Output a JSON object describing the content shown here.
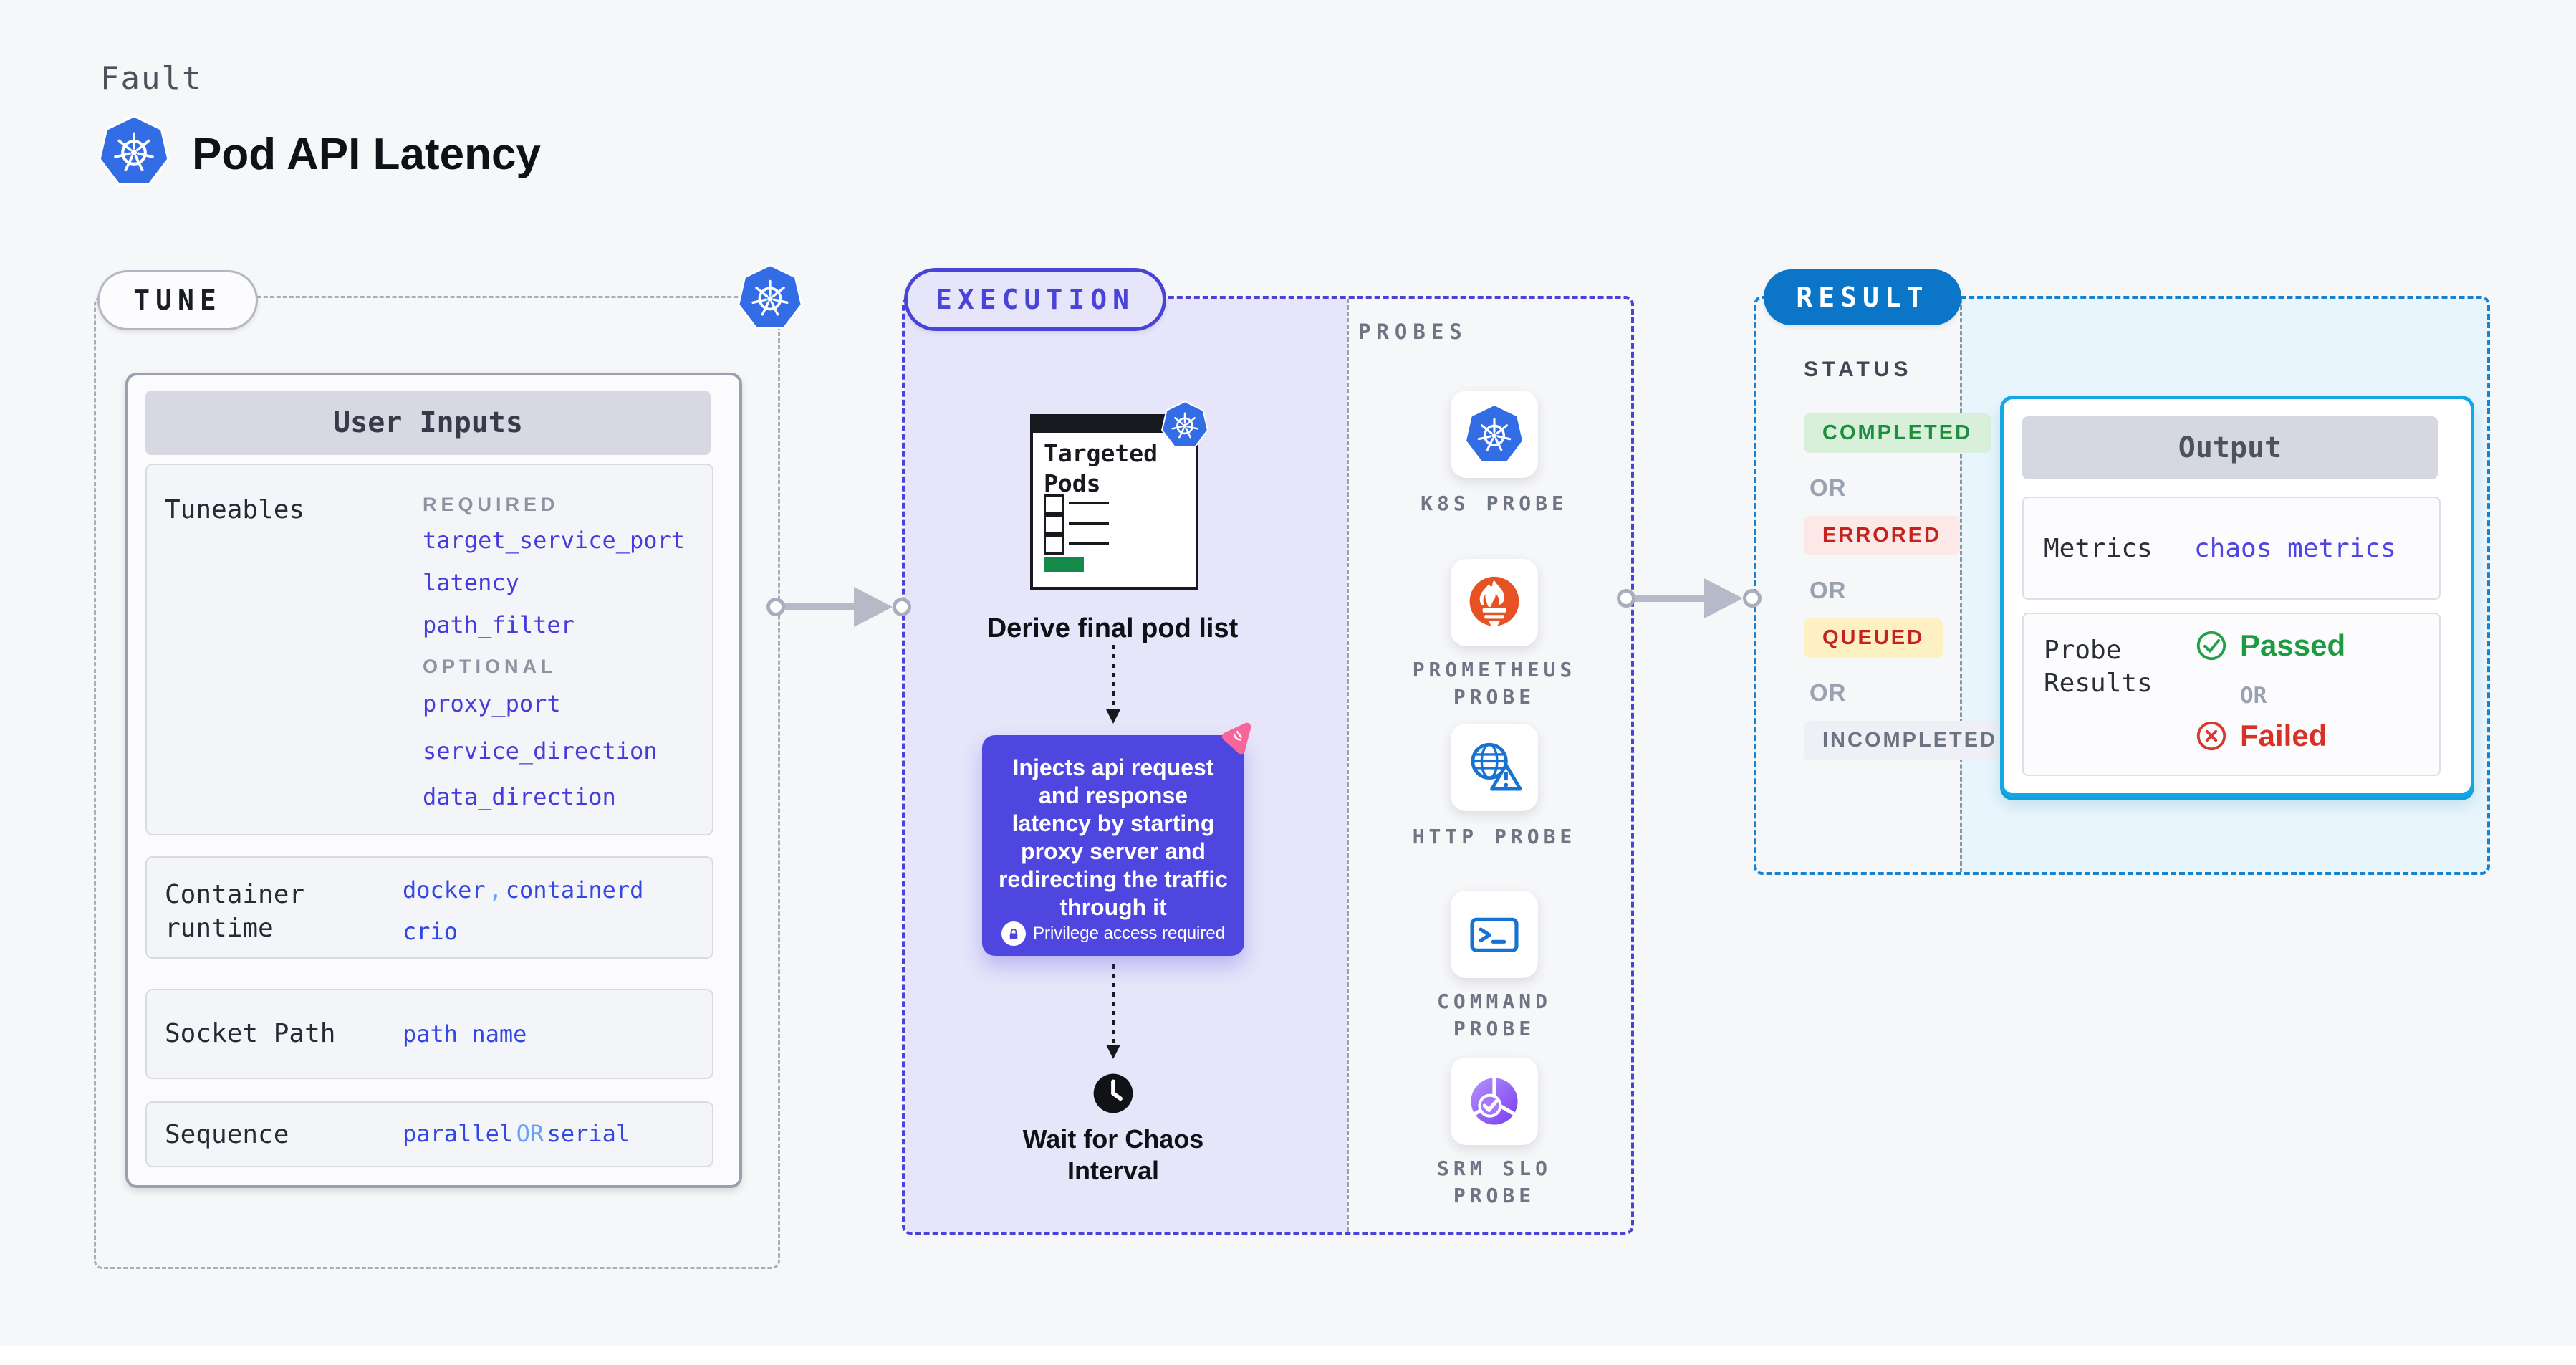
{
  "header": {
    "eyebrow": "Fault",
    "title": "Pod API Latency",
    "title_icon": "kubernetes"
  },
  "tune": {
    "badge": "TUNE",
    "user_inputs_header": "User Inputs",
    "tuneables": {
      "label": "Tuneables",
      "required_label": "REQUIRED",
      "required": [
        "target_service_port",
        "latency",
        "path_filter"
      ],
      "optional_label": "OPTIONAL",
      "optional": [
        "proxy_port",
        "service_direction",
        "data_direction"
      ]
    },
    "container_runtime": {
      "label": "Container runtime",
      "value_1": "docker",
      "separator": ",",
      "value_2": "containerd",
      "value_3": "crio"
    },
    "socket_path": {
      "label": "Socket Path",
      "value": "path name"
    },
    "sequence": {
      "label": "Sequence",
      "value_1": "parallel",
      "connector": "OR",
      "value_2": "serial"
    }
  },
  "execution": {
    "badge": "EXECUTION",
    "targeted_pods_title": "Targeted Pods",
    "derive_label": "Derive final pod list",
    "inject_description": "Injects api request and response latency by starting proxy server and redirecting the traffic through it",
    "privilege_note": "Privilege access required",
    "wait_label": "Wait for Chaos Interval"
  },
  "probes": {
    "label": "PROBES",
    "items": [
      {
        "name": "K8S PROBE",
        "icon": "kubernetes-icon"
      },
      {
        "name": "PROMETHEUS PROBE",
        "icon": "prometheus-icon"
      },
      {
        "name": "HTTP PROBE",
        "icon": "http-globe-warning-icon"
      },
      {
        "name": "COMMAND PROBE",
        "icon": "terminal-icon"
      },
      {
        "name": "SRM SLO PROBE",
        "icon": "slo-pie-check-icon"
      }
    ]
  },
  "result": {
    "badge": "RESULT",
    "status_label": "STATUS",
    "or_label": "OR",
    "statuses": [
      {
        "text": "COMPLETED",
        "color": "#1e8e3e",
        "background": "#d8f0da"
      },
      {
        "text": "ERRORED",
        "color": "#c5221f",
        "background": "#fce8e6"
      },
      {
        "text": "QUEUED",
        "color": "#c5221f",
        "background": "#fdf1c4"
      },
      {
        "text": "INCOMPLETED",
        "color": "#6b7280",
        "background": "#eef0f5"
      }
    ],
    "output": {
      "header": "Output",
      "metrics_label": "Metrics",
      "metrics_value": "chaos metrics",
      "probe_results_label": "Probe Results",
      "passed_label": "Passed",
      "or_label": "OR",
      "failed_label": "Failed",
      "passed_color": "#1d9b41",
      "failed_color": "#d63227",
      "accent_border": "#14a7e6",
      "kubernetes_blue": "#326de6",
      "execution_indigo": "#4a43d8",
      "result_blue": "#0b76c8"
    }
  }
}
